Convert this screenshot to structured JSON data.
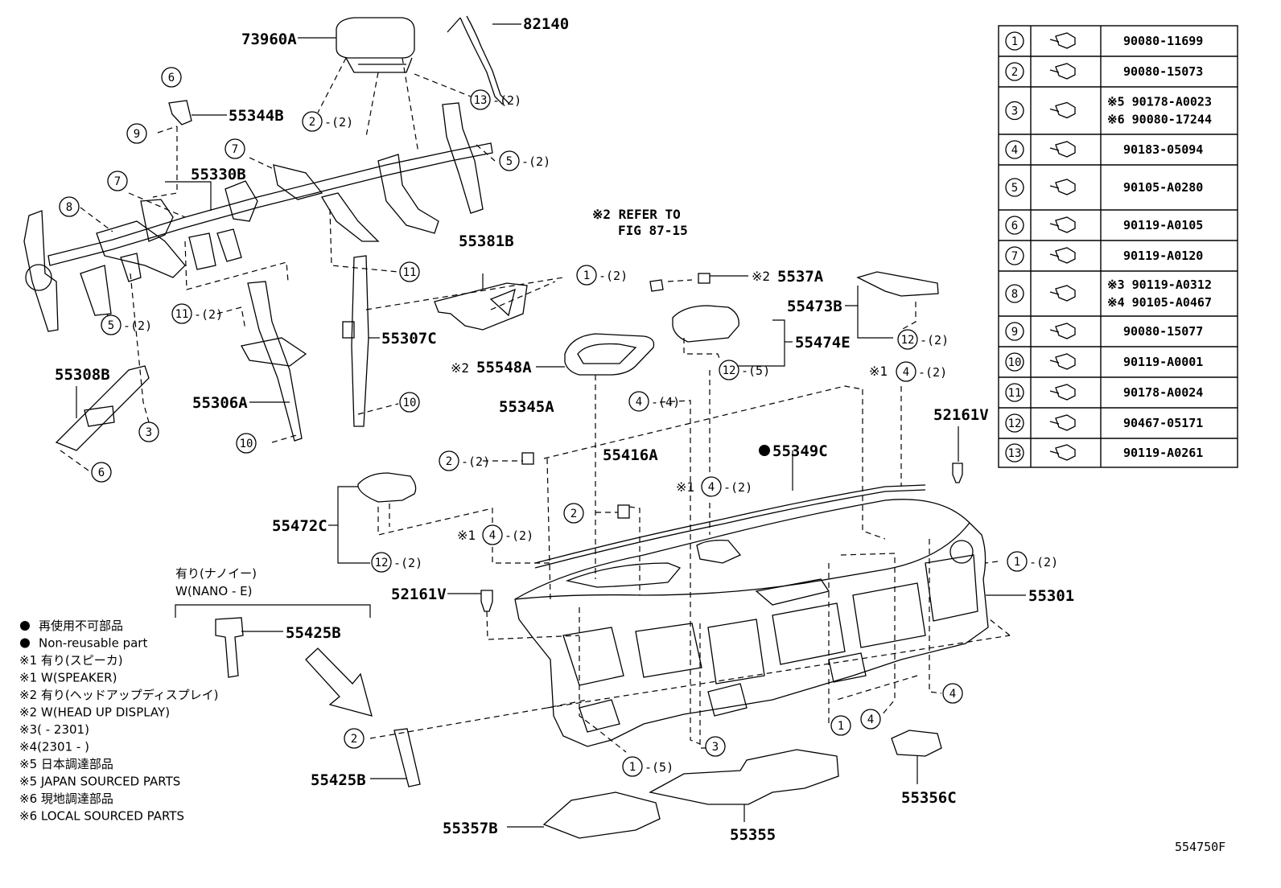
{
  "diagram_id": "554750F",
  "callouts": {
    "c73960A": "73960A",
    "c82140": "82140",
    "c55344B": "55344B",
    "c55330B": "55330B",
    "c55381B": "55381B",
    "c55307C": "55307C",
    "c55306A": "55306A",
    "c55308B": "55308B",
    "c5537A": "5537A",
    "c55473B": "55473B",
    "c55474E": "55474E",
    "c55548A": "55548A",
    "c55345A": "55345A",
    "c55416A": "55416A",
    "c55349C": "55349C",
    "c52161V_r": "52161V",
    "c55472C": "55472C",
    "c52161V_l": "52161V",
    "c55301": "55301",
    "c55425B_a": "55425B",
    "c55425B_b": "55425B",
    "c55356C": "55356C",
    "c55355": "55355",
    "c55357B": "55357B"
  },
  "labels": {
    "refer1": "※2 REFER TO",
    "refer2": "FIG 87-15",
    "x2_5537A": "※2",
    "x2_55548A": "※2",
    "x1_a": "※1",
    "x1_b": "※1",
    "x1_c": "※1",
    "qty2": "-(2)",
    "qty4": "-(4)",
    "qty5": "-(5)",
    "arimono": "有り(ナノイー)",
    "w_nano": "W(NANO - E)"
  },
  "legend": [
    "再使用不可部品",
    "Non-reusable part",
    "※1 有り(スピーカ)",
    "※1 W(SPEAKER)",
    "※2 有り(ヘッドアップディスプレイ)",
    "※2 W(HEAD UP DISPLAY)",
    "※3(          - 2301)",
    "※4(2301 -          )",
    "※5 日本調達部品",
    "※5 JAPAN SOURCED PARTS",
    "※6 現地調達部品",
    "※6 LOCAL SOURCED PARTS"
  ],
  "fastener_table": [
    {
      "ref": "1",
      "part": "90080-11699"
    },
    {
      "ref": "2",
      "part": "90080-15073"
    },
    {
      "ref": "3",
      "part": "※5 90178-A0023",
      "part2": "※6 90080-17244"
    },
    {
      "ref": "4",
      "part": "90183-05094"
    },
    {
      "ref": "5",
      "part": "90105-A0280"
    },
    {
      "ref": "6",
      "part": "90119-A0105"
    },
    {
      "ref": "7",
      "part": "90119-A0120"
    },
    {
      "ref": "8",
      "part": "※3 90119-A0312",
      "part2": "※4 90105-A0467"
    },
    {
      "ref": "9",
      "part": "90080-15077"
    },
    {
      "ref": "10",
      "part": "90119-A0001"
    },
    {
      "ref": "11",
      "part": "90178-A0024"
    },
    {
      "ref": "12",
      "part": "90467-05171"
    },
    {
      "ref": "13",
      "part": "90119-A0261"
    }
  ],
  "circle_refs": {
    "n1": "1",
    "n2": "2",
    "n3": "3",
    "n4": "4",
    "n5": "5",
    "n6": "6",
    "n7": "7",
    "n8": "8",
    "n9": "9",
    "n10": "10",
    "n11": "11",
    "n12": "12",
    "n13": "13"
  }
}
